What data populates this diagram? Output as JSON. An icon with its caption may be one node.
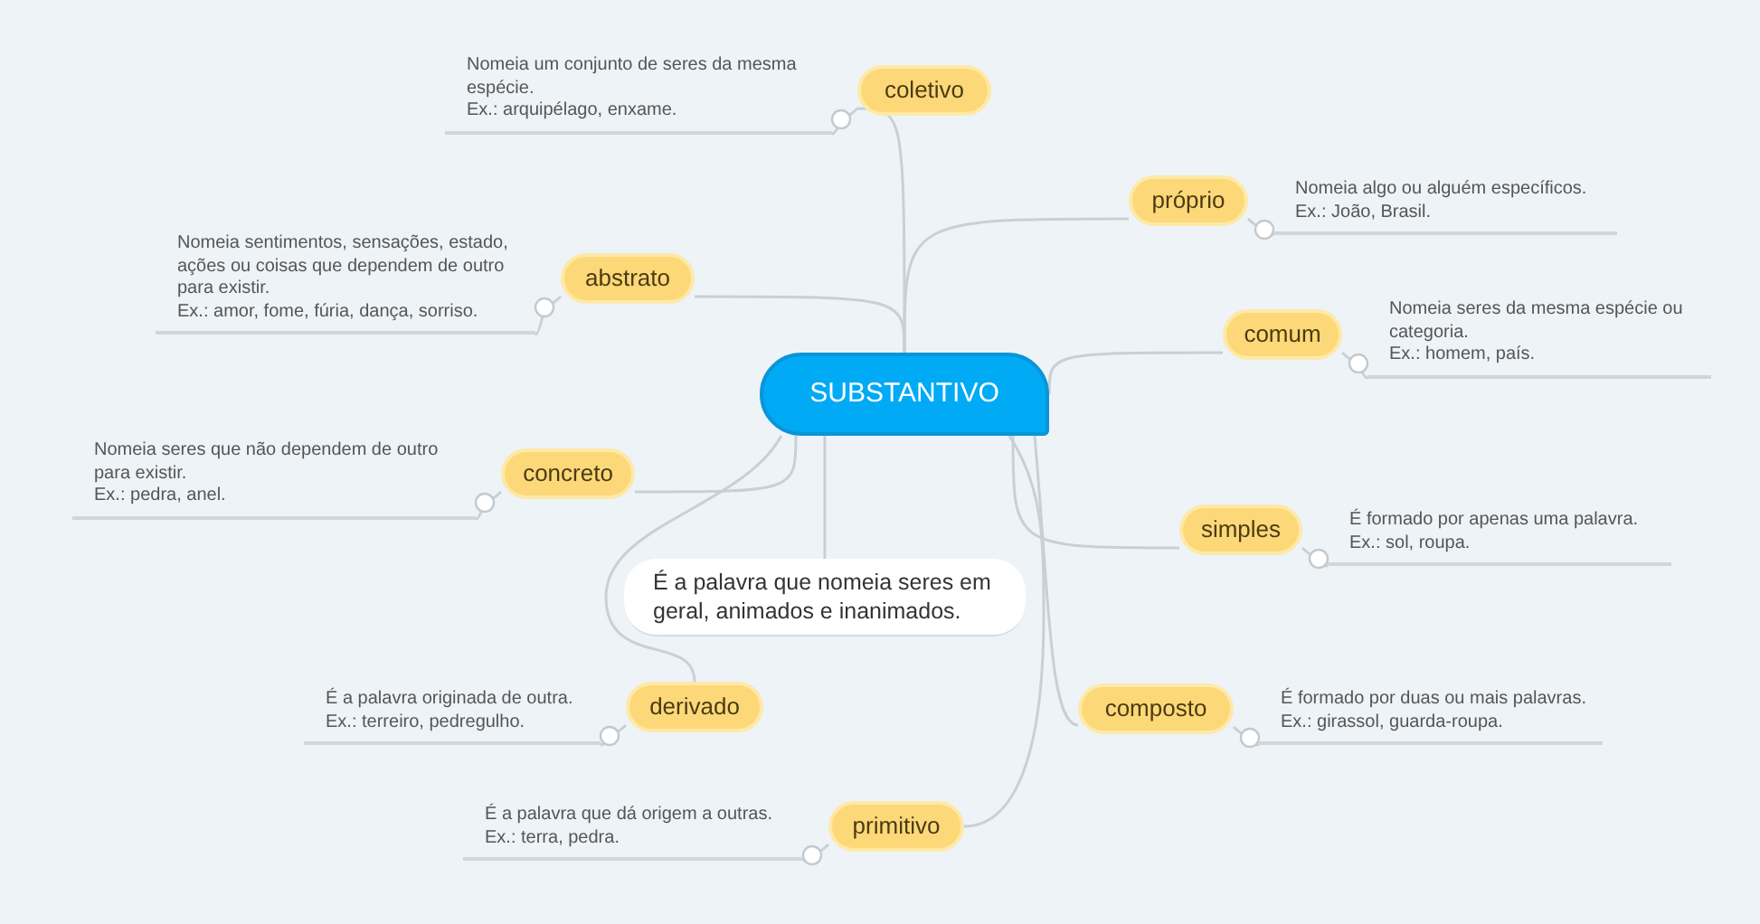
{
  "diagram": {
    "nodes": [
      {
        "text": [
          "SUBSTANTIVO"
        ]
      },
      {
        "text": [
          "coletivo"
        ]
      },
      {
        "text": [
          "Nomeia um conjunto de seres da mesma espécie.",
          "Ex.: arquipélago, enxame."
        ]
      },
      {
        "text": [
          "próprio"
        ]
      },
      {
        "text": [
          "Nomeia algo ou alguém específicos.",
          "Ex.: João, Brasil."
        ]
      },
      {
        "text": [
          "abstrato"
        ]
      },
      {
        "text": [
          "Nomeia sentimentos, sensações, estado, ações ou coisas que dependem de outro para existir.",
          "Ex.: amor, fome, fúria, dança, sorriso."
        ]
      },
      {
        "text": [
          "comum"
        ]
      },
      {
        "text": [
          "Nomeia seres da mesma espécie ou categoria.",
          "Ex.: homem, país."
        ]
      },
      {
        "text": [
          "concreto"
        ]
      },
      {
        "text": [
          "Nomeia seres que não dependem de outro para existir.",
          "Ex.: pedra, anel."
        ]
      },
      {
        "text": [
          "simples"
        ]
      },
      {
        "text": [
          "É formado por apenas uma palavra.",
          "Ex.: sol, roupa."
        ]
      },
      {
        "text": [
          "É a palavra que nomeia seres em geral, animados e inanimados."
        ]
      },
      {
        "text": [
          "derivado"
        ]
      },
      {
        "text": [
          "É a palavra originada de outra.",
          "Ex.: terreiro, pedregulho."
        ]
      },
      {
        "text": [
          "composto"
        ]
      },
      {
        "text": [
          "É formado por duas ou mais palavras.",
          "Ex.: girassol, guarda-roupa."
        ]
      },
      {
        "text": [
          "primitivo"
        ]
      },
      {
        "text": [
          "É a palavra que dá origem a outras.",
          "Ex.: terra, pedra."
        ]
      }
    ],
    "edges": [
      {
        "from": 0,
        "to": 1,
        "arrow": "none"
      },
      {
        "from": 1,
        "to": 2,
        "arrow": "none"
      },
      {
        "from": 0,
        "to": 3,
        "arrow": "none"
      },
      {
        "from": 3,
        "to": 4,
        "arrow": "none"
      },
      {
        "from": 0,
        "to": 5,
        "arrow": "none"
      },
      {
        "from": 5,
        "to": 6,
        "arrow": "none"
      },
      {
        "from": 0,
        "to": 7,
        "arrow": "none"
      },
      {
        "from": 7,
        "to": 8,
        "arrow": "none"
      },
      {
        "from": 0,
        "to": 9,
        "arrow": "none"
      },
      {
        "from": 9,
        "to": 10,
        "arrow": "none"
      },
      {
        "from": 0,
        "to": 11,
        "arrow": "none"
      },
      {
        "from": 11,
        "to": 12,
        "arrow": "none"
      },
      {
        "from": 0,
        "to": 13,
        "arrow": "none"
      },
      {
        "from": 0,
        "to": 14,
        "arrow": "none"
      },
      {
        "from": 14,
        "to": 15,
        "arrow": "none"
      },
      {
        "from": 0,
        "to": 16,
        "arrow": "none"
      },
      {
        "from": 16,
        "to": 17,
        "arrow": "none"
      },
      {
        "from": 0,
        "to": 18,
        "arrow": "none"
      },
      {
        "from": 18,
        "to": 19,
        "arrow": "none"
      }
    ]
  }
}
